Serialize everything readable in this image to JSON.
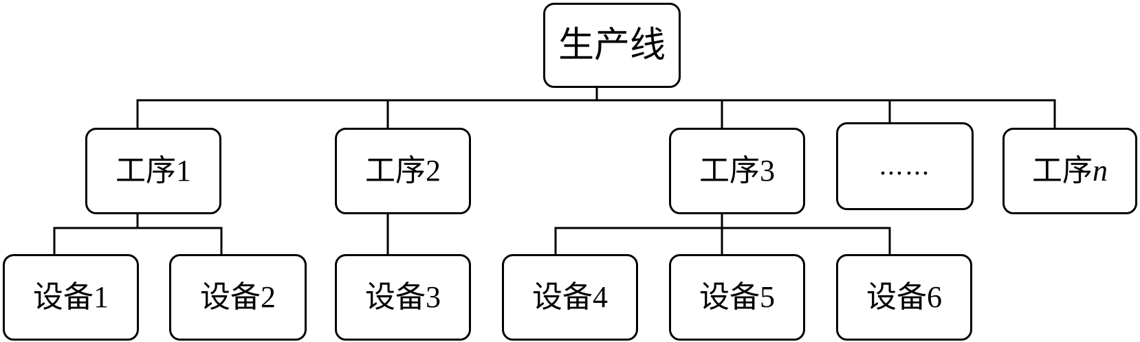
{
  "root": {
    "label": "生产线"
  },
  "processes": [
    {
      "id": "p1",
      "prefix": "工序",
      "suffix": "1",
      "suffix_style": "num"
    },
    {
      "id": "p2",
      "prefix": "工序",
      "suffix": "2",
      "suffix_style": "num"
    },
    {
      "id": "p3",
      "prefix": "工序",
      "suffix": "3",
      "suffix_style": "num"
    },
    {
      "id": "pe",
      "prefix": "……",
      "suffix": "",
      "suffix_style": "num"
    },
    {
      "id": "pn",
      "prefix": "工序",
      "suffix": "n",
      "suffix_style": "var"
    }
  ],
  "devices": [
    {
      "id": "d1",
      "parent": "p1",
      "prefix": "设备",
      "suffix": "1"
    },
    {
      "id": "d2",
      "parent": "p1",
      "prefix": "设备",
      "suffix": "2"
    },
    {
      "id": "d3",
      "parent": "p2",
      "prefix": "设备",
      "suffix": "3"
    },
    {
      "id": "d4",
      "parent": "p3",
      "prefix": "设备",
      "suffix": "4"
    },
    {
      "id": "d5",
      "parent": "p3",
      "prefix": "设备",
      "suffix": "5"
    },
    {
      "id": "d6",
      "parent": "p3",
      "prefix": "设备",
      "suffix": "6"
    }
  ],
  "colors": {
    "stroke": "#000000",
    "fill": "#ffffff",
    "text": "#000000"
  }
}
